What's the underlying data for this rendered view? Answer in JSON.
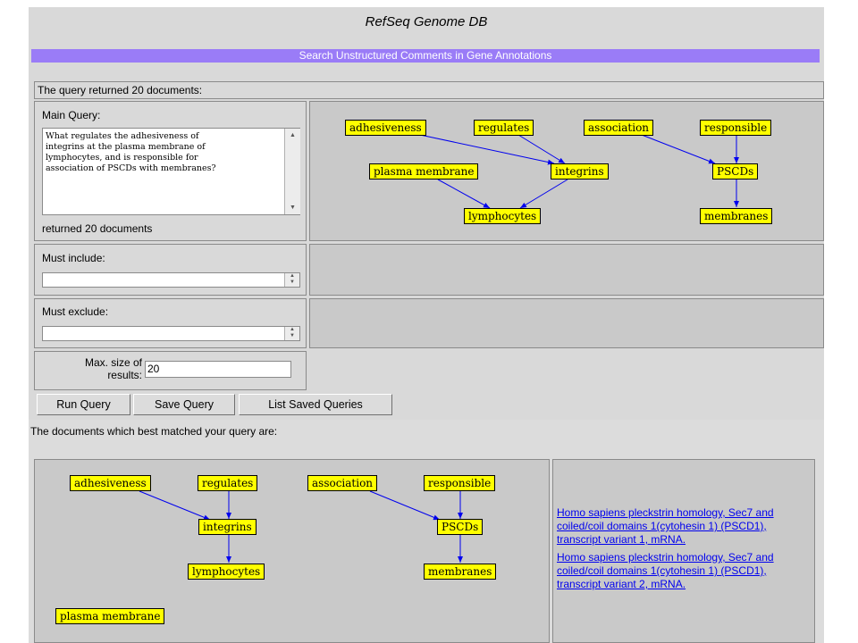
{
  "app": {
    "title": "RefSeq Genome DB",
    "banner": "Search Unstructured Comments in Gene Annotations",
    "status": "The query returned 20 documents:"
  },
  "query": {
    "main_label": "Main Query:",
    "main_text": "What regulates the adhesiveness of\nintegrins at the plasma membrane of\nlymphocytes, and is responsible for\nassociation of PSCDs with membranes?",
    "returned_text": "returned 20 documents",
    "include_label": "Must include:",
    "include_value": "",
    "exclude_label": "Must exclude:",
    "exclude_value": "",
    "max_label": "Max. size of results:",
    "max_value": "20"
  },
  "buttons": {
    "run": "Run Query",
    "save": "Save Query",
    "list": "List Saved Queries"
  },
  "results_heading": "The documents which best matched your query are:",
  "query_graph": {
    "nodes": [
      "adhesiveness",
      "regulates",
      "association",
      "responsible",
      "plasma membrane",
      "integrins",
      "PSCDs",
      "lymphocytes",
      "membranes"
    ]
  },
  "result_graph": {
    "nodes": [
      "adhesiveness",
      "regulates",
      "association",
      "responsible",
      "integrins",
      "PSCDs",
      "lymphocytes",
      "membranes",
      "plasma membrane"
    ]
  },
  "results": [
    {
      "line1": "Homo sapiens pleckstrin homology, Sec7 and",
      "line2": "coiled/coil domains 1(cytohesin 1) (PSCD1),",
      "line3": "transcript variant 1, mRNA."
    },
    {
      "line1": "Homo sapiens pleckstrin homology, Sec7 and",
      "line2": "coiled/coil domains 1(cytohesin 1) (PSCD1),",
      "line3": "transcript variant 2, mRNA."
    }
  ],
  "colors": {
    "banner": "#9a7cf7",
    "node_fill": "#ffff00",
    "edge": "#0000ee",
    "link": "#0000ee"
  }
}
